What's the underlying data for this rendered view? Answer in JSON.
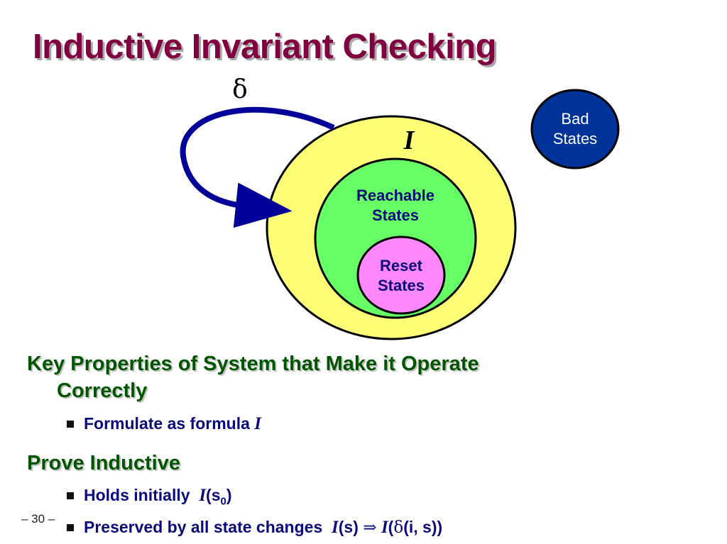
{
  "slide": {
    "title": "Inductive Invariant Checking",
    "page_number": "– 30 –"
  },
  "diagram": {
    "transition_label": "δ",
    "invariant_label": "I",
    "reachable_label_line1": "Reachable",
    "reachable_label_line2": "States",
    "reset_label_line1": "Reset",
    "reset_label_line2": "States",
    "bad_label_line1": "Bad",
    "bad_label_line2": "States"
  },
  "body": {
    "heading1_line1": "Key Properties of System that Make it Operate",
    "heading1_line2": "Correctly",
    "bullet1_text": "Formulate as formula",
    "bullet1_formula": "I",
    "heading2": "Prove Inductive",
    "bullet2_text": "Holds initially",
    "bullet2_I": "I",
    "bullet2_open": "(s",
    "bullet2_sub": "0",
    "bullet2_close": ")",
    "bullet3_text": "Preserved by all state changes",
    "bullet3_I1": "I",
    "bullet3_s": "(s)",
    "bullet3_implies": "⇒",
    "bullet3_I2": "I",
    "bullet3_open": "(",
    "bullet3_delta": "δ",
    "bullet3_args": "(i, s))"
  },
  "colors": {
    "title": "#800040",
    "heading": "#005500",
    "bullet_text": "#0a0a7a",
    "invariant_fill": "#ffff77",
    "reachable_fill": "#66ff66",
    "reset_fill": "#ff88ff",
    "bad_fill": "#003399",
    "arrow": "#000099"
  }
}
